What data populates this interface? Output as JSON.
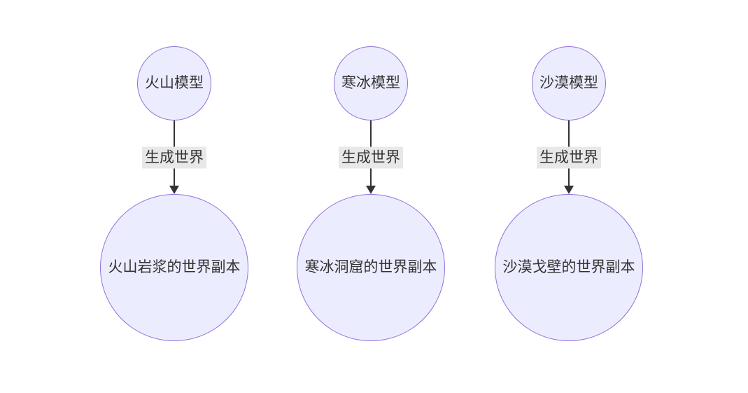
{
  "diagram": {
    "columns": [
      {
        "model": "火山模型",
        "edge_label": "生成世界",
        "world": "火山岩浆的世界副本"
      },
      {
        "model": "寒冰模型",
        "edge_label": "生成世界",
        "world": "寒冰洞窟的世界副本"
      },
      {
        "model": "沙漠模型",
        "edge_label": "生成世界",
        "world": "沙漠戈壁的世界副本"
      }
    ],
    "colors": {
      "node_fill": "#ECECFF",
      "node_border": "#9370DB",
      "node_text": "#333333",
      "edge_line": "#333333",
      "edge_label_bg": "#e8e8e8",
      "edge_label_text": "#333333"
    }
  }
}
